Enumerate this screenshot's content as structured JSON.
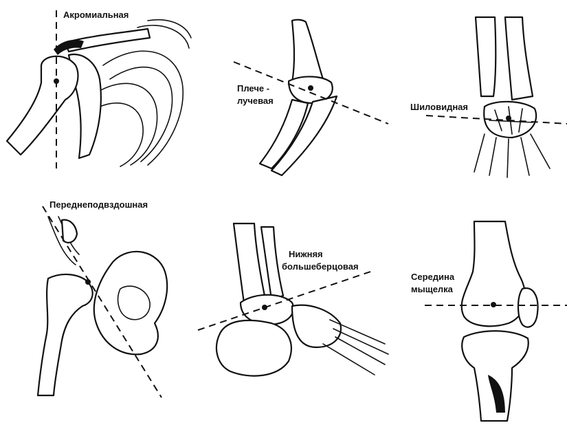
{
  "panels": [
    {
      "id": "shoulder",
      "label_lines": [
        "Акромиальная"
      ]
    },
    {
      "id": "elbow",
      "label_lines": [
        "Плече -",
        "лучевая"
      ]
    },
    {
      "id": "wrist",
      "label_lines": [
        "Шиловидная"
      ]
    },
    {
      "id": "hip",
      "label_lines": [
        "Переднеподвздошная"
      ]
    },
    {
      "id": "ankle",
      "label_lines": [
        "Нижняя",
        "большеберцовая"
      ]
    },
    {
      "id": "knee",
      "label_lines": [
        "Середина",
        "мыщелка"
      ]
    }
  ],
  "colors": {
    "ink": "#111111",
    "paper": "#ffffff"
  }
}
